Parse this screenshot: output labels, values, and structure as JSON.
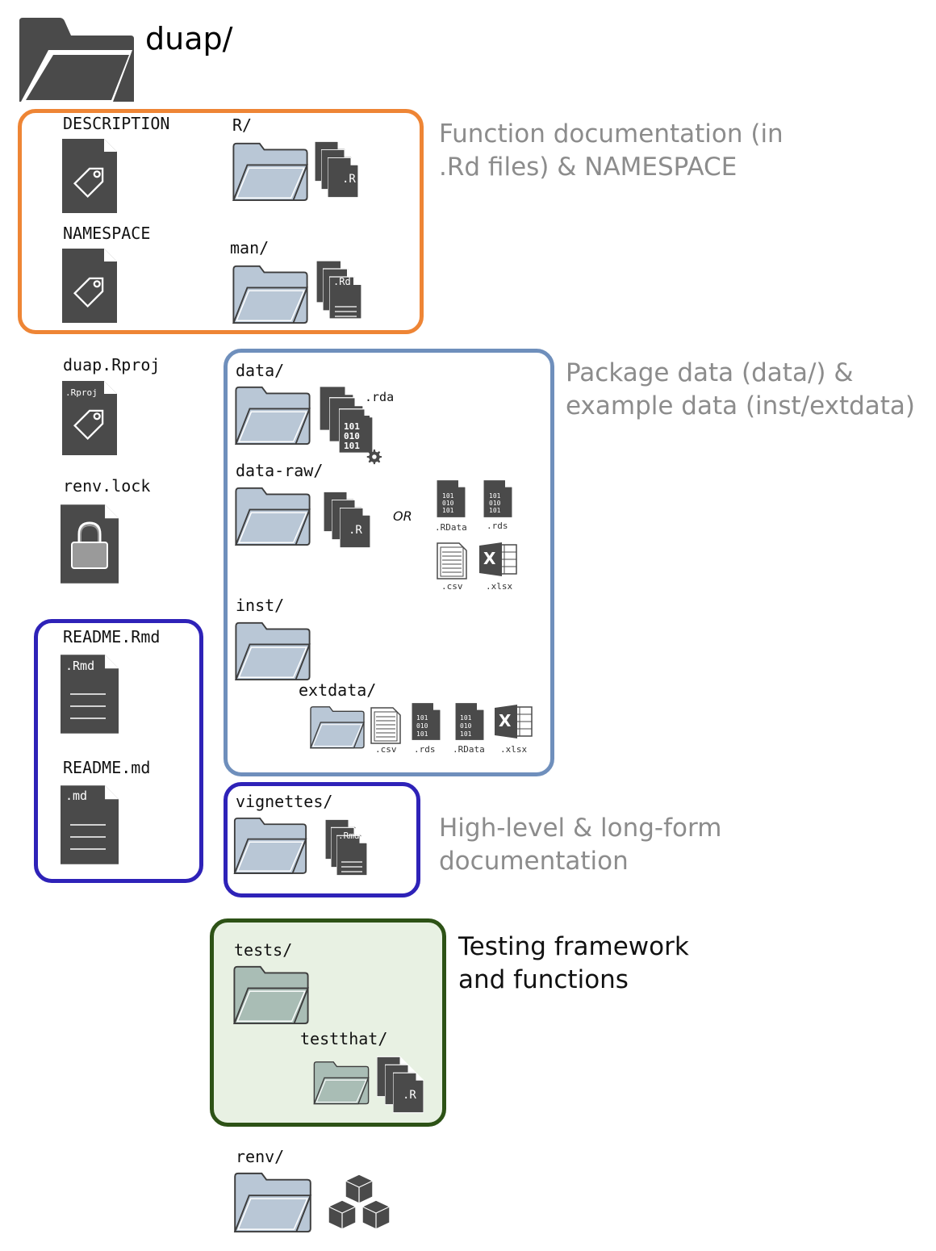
{
  "root": {
    "name": "duap/"
  },
  "files": {
    "description": "DESCRIPTION",
    "namespace": "NAMESPACE",
    "rproj": "duap.Rproj",
    "rproj_badge": ".Rproj",
    "renv_lock": "renv.lock",
    "readme_rmd": "README.Rmd",
    "readme_rmd_badge": ".Rmd",
    "readme_md": "README.md",
    "readme_md_badge": ".md"
  },
  "folders": {
    "r": "R/",
    "man": "man/",
    "data": "data/",
    "data_raw": "data-raw/",
    "inst": "inst/",
    "extdata": "extdata/",
    "vignettes": "vignettes/",
    "tests": "tests/",
    "testthat": "testthat/",
    "renv": "renv/"
  },
  "badges": {
    "r": ".R",
    "rd": ".Rd",
    "rmd": ".Rmd",
    "rda": ".rda",
    "or": "OR",
    "rdata": ".RData",
    "rds": ".rds",
    "csv": ".csv",
    "xlsx": ".xlsx",
    "binary_line1": "101",
    "binary_line2": "010",
    "binary_line3": "101",
    "xlsx_letter": "X"
  },
  "groups": {
    "documentation": {
      "label": "Function documentation (in .Rd files) & NAMESPACE",
      "color": "#ee8535"
    },
    "data": {
      "label": "Package data (data/) & example data (inst/extdata)",
      "color": "#6f8fbc"
    },
    "readme": {
      "color": "#2e22b8"
    },
    "vignettes": {
      "label": "High-level & long-form documentation",
      "color": "#2e22b8"
    },
    "tests": {
      "label": "Testing framework and functions",
      "color": "#2d5216",
      "fill": "#e8f1e3"
    }
  },
  "colors": {
    "icon_dark": "#4a4a4a",
    "folder_fill": "#b9c7d6",
    "folder_green": "#a9bdb5",
    "desc_gray": "#8c8c8c"
  }
}
